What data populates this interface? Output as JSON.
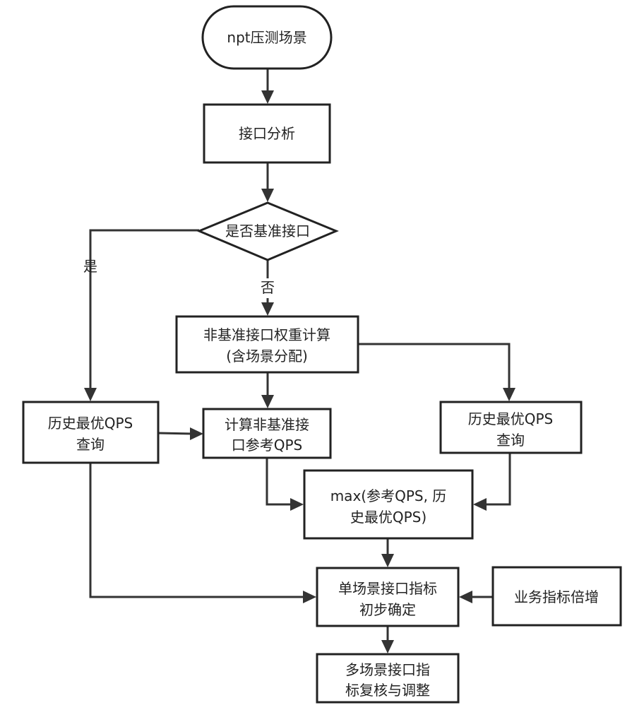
{
  "diagram": {
    "nodes": {
      "start": {
        "lines": [
          "npt压测场景"
        ]
      },
      "interface_analysis": {
        "lines": [
          "接口分析"
        ]
      },
      "decision_base": {
        "lines": [
          "是否基准接口"
        ]
      },
      "weight_calc": {
        "lines": [
          "非基准接口权重计算",
          "(含场景分配)"
        ]
      },
      "hist_query_left": {
        "lines": [
          "历史最优QPS",
          "查询"
        ]
      },
      "calc_ref_qps": {
        "lines": [
          "计算非基准接",
          "口参考QPS"
        ]
      },
      "hist_query_right": {
        "lines": [
          "历史最优QPS",
          "查询"
        ]
      },
      "max_node": {
        "lines": [
          "max(参考QPS, 历",
          "史最优QPS)"
        ]
      },
      "single_scene": {
        "lines": [
          "单场景接口指标",
          "初步确定"
        ]
      },
      "biz_multiply": {
        "lines": [
          "业务指标倍增"
        ]
      },
      "multi_scene": {
        "lines": [
          "多场景接口指",
          "标复核与调整"
        ]
      }
    },
    "edge_labels": {
      "yes": "是",
      "no": "否"
    }
  }
}
